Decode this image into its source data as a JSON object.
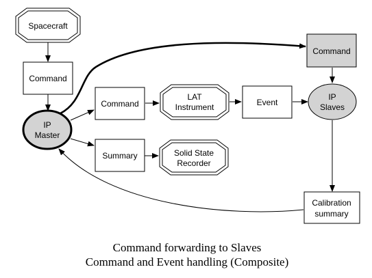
{
  "colors": {
    "node_fill": "#ffffff",
    "shaded_fill": "#d3d3d3",
    "stroke": "#000000",
    "background": "#ffffff"
  },
  "nodes": {
    "spacecraft": {
      "label": "Spacecraft",
      "shape": "octagon"
    },
    "command_top": {
      "label": "Command",
      "shape": "rectangle"
    },
    "ip_master": {
      "label_lines": [
        "IP",
        "Master"
      ],
      "shape": "ellipse"
    },
    "command_mid": {
      "label": "Command",
      "shape": "rectangle"
    },
    "summary": {
      "label": "Summary",
      "shape": "rectangle"
    },
    "lat_instrument": {
      "label_lines": [
        "LAT",
        "Instrument"
      ],
      "shape": "octagon"
    },
    "solid_state_recorder": {
      "label_lines": [
        "Solid State",
        "Recorder"
      ],
      "shape": "octagon"
    },
    "event": {
      "label": "Event",
      "shape": "rectangle"
    },
    "command_right": {
      "label": "Command",
      "shape": "rectangle"
    },
    "ip_slaves": {
      "label_lines": [
        "IP",
        "Slaves"
      ],
      "shape": "ellipse"
    },
    "calibration_summary": {
      "label_lines": [
        "Calibration",
        "summary"
      ],
      "shape": "rectangle"
    }
  },
  "edges": [
    {
      "from": "spacecraft",
      "to": "command_top"
    },
    {
      "from": "command_top",
      "to": "ip_master"
    },
    {
      "from": "ip_master",
      "to": "command_mid"
    },
    {
      "from": "ip_master",
      "to": "summary"
    },
    {
      "from": "ip_master",
      "to": "command_right",
      "style": "bold"
    },
    {
      "from": "command_mid",
      "to": "lat_instrument"
    },
    {
      "from": "summary",
      "to": "solid_state_recorder"
    },
    {
      "from": "lat_instrument",
      "to": "event"
    },
    {
      "from": "event",
      "to": "ip_slaves"
    },
    {
      "from": "command_right",
      "to": "ip_slaves"
    },
    {
      "from": "ip_slaves",
      "to": "calibration_summary"
    },
    {
      "from": "calibration_summary",
      "to": "ip_master"
    }
  ],
  "caption": {
    "line1": "Command forwarding to Slaves",
    "line2": "Command and Event handling (Composite)"
  }
}
